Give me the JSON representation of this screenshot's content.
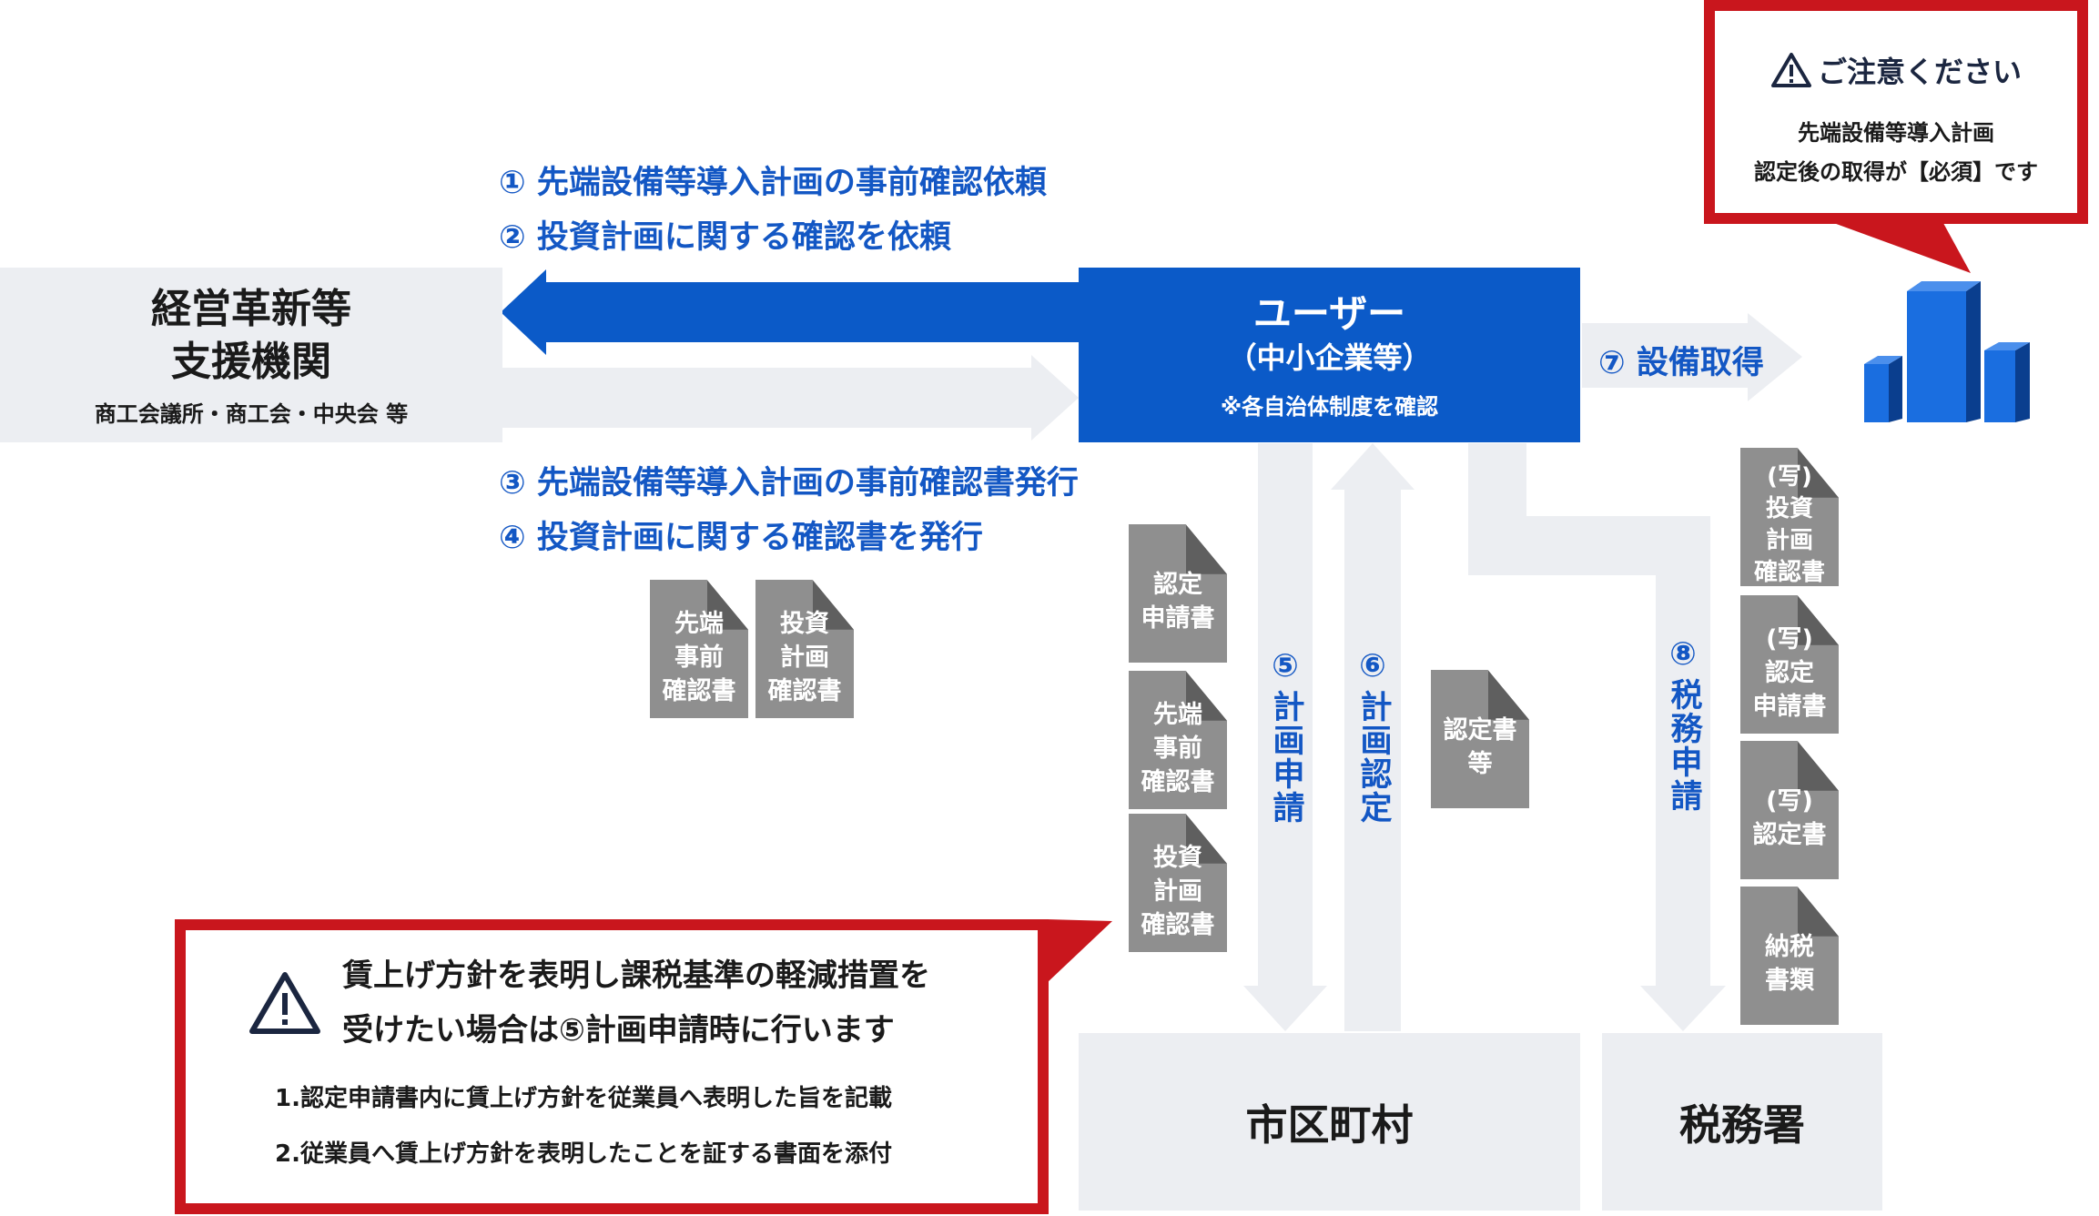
{
  "org": {
    "title_line1": "経営革新等",
    "title_line2": "支援機関",
    "subtitle": "商工会議所・商工会・中央会 等"
  },
  "user": {
    "title": "ユーザー",
    "subtitle": "（中小企業等）",
    "note": "※各自治体制度を確認"
  },
  "steps": {
    "s1": "① 先端設備等導入計画の事前確認依頼",
    "s2": "② 投資計画に関する確認を依頼",
    "s3": "③ 先端設備等導入計画の事前確認書発行",
    "s4": "④ 投資計画に関する確認書を発行",
    "s5_num": "⑤",
    "s5_text": "計画申請",
    "s6_num": "⑥",
    "s6_text": "計画認定",
    "s7": "⑦ 設備取得",
    "s8_num": "⑧",
    "s8_text": "税務申請"
  },
  "docs": {
    "org_doc1": "先端\n事前\n確認書",
    "org_doc2": "投資\n計画\n確認書",
    "app_doc1": "認定\n申請書",
    "app_doc2": "先端\n事前\n確認書",
    "app_doc3": "投資\n計画\n確認書",
    "cert_doc": "認定書\n等",
    "tax_doc1": "(写)\n投資\n計画\n確認書",
    "tax_doc2": "(写)\n認定\n申請書",
    "tax_doc3": "(写)\n認定書",
    "tax_doc4": "納税\n書類"
  },
  "municipality": {
    "label": "市区町村"
  },
  "tax_office": {
    "label": "税務署"
  },
  "notice_top": {
    "title": "ご注意ください",
    "line1": "先端設備等導入計画",
    "line2": "認定後の取得が【必須】です"
  },
  "notice_bottom": {
    "line1": "賃上げ方針を表明し課税基準の軽減措置を",
    "line2": "受けたい場合は⑤計画申請時に行います",
    "item1": "1.認定申請書内に賃上げ方針を従業員へ表明した旨を記載",
    "item2": "2.従業員へ賃上げ方針を表明したことを証する書面を添付"
  },
  "colors": {
    "blue": "#0b5ac8",
    "step_text": "#1357c4",
    "gray_box": "#eceef2",
    "doc_gray": "#8f8f8f",
    "red": "#c9161d",
    "navy": "#1b2640"
  },
  "icons": [
    "warning-icon",
    "building-icon",
    "document-icon"
  ]
}
